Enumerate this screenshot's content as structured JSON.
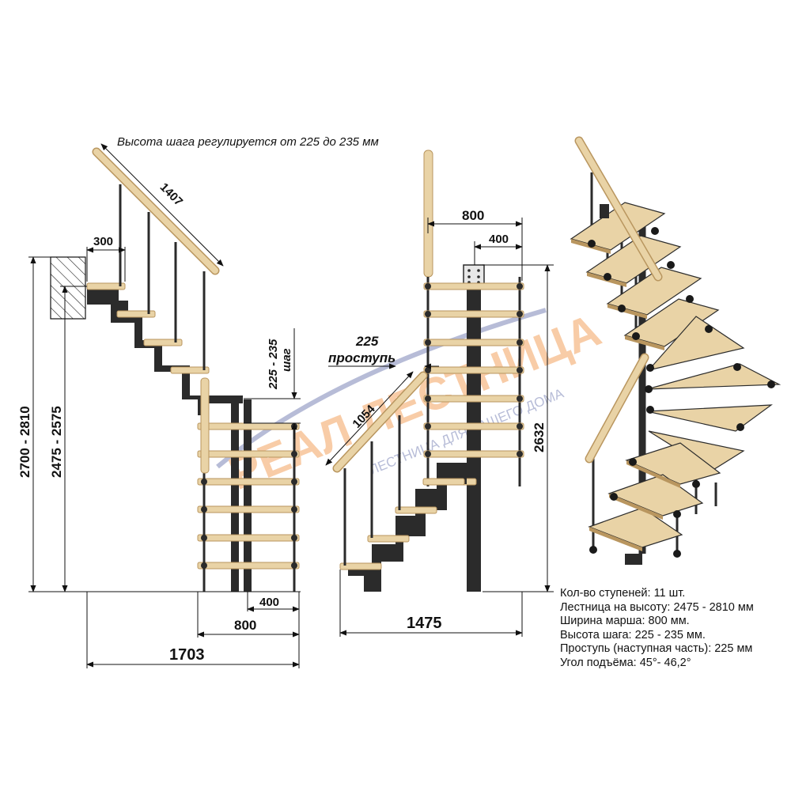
{
  "caption": "Высота шага регулируется от 225 до 235 мм",
  "side_view": {
    "handrail_length": "1407",
    "top_step_depth": "300",
    "step_height": "225 - 235",
    "step_word": "шаг",
    "height_outer": "2700 - 2810",
    "height_inner": "2475 - 2575",
    "offset_400": "400",
    "width_800": "800",
    "total_width": "1703"
  },
  "front_view": {
    "top_width": "800",
    "top_half": "400",
    "tread_value": "225",
    "tread_word": "проступь",
    "rail_length": "1054",
    "height": "2632",
    "total_width": "1475"
  },
  "watermark": {
    "brand": "РЕАЛ ЛЕСТНИЦА",
    "tagline": "ЛЕСТНИЦА ДЛЯ ВАШЕГО ДОМА"
  },
  "specs": [
    "Кол-во ступеней: 11 шт.",
    "Лестница на высоту: 2475 - 2810 мм",
    "Ширина марша: 800 мм.",
    "Высота шага: 225 - 235 мм.",
    "Проступь (наступная часть): 225 мм",
    "Угол подъёма: 45°- 46,2°"
  ],
  "colors": {
    "wood": "#e9d3a6",
    "wood_edge": "#b9965f",
    "steel": "#2b2b2b",
    "line": "#111111",
    "watermark_orange": "#f4a460",
    "watermark_blue": "#7d87b8"
  }
}
